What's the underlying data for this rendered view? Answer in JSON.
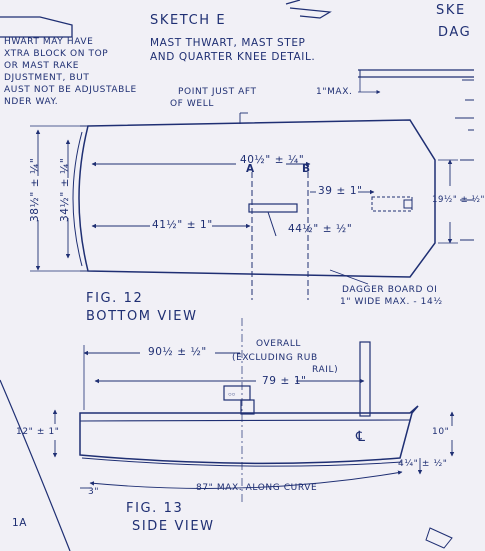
{
  "title": "SKETCH E",
  "subtitle_line1": "MAST THWART, MAST STEP",
  "subtitle_line2": "AND QUARTER KNEE DETAIL.",
  "corner_fragment_top": "SKE",
  "corner_fragment_dag": "DAG",
  "note_lines": [
    "HWART MAY HAVE",
    "XTRA BLOCK ON TOP",
    "OR MAST RAKE",
    "DJUSTMENT, BUT",
    "AUST NOT BE ADJUSTABLE",
    "NDER WAY."
  ],
  "point_just_aft_line1": "POINT JUST AFT",
  "point_just_aft_line2": "OF WELL",
  "one_inch_max": "1\"MAX.",
  "dim_40": "40½\" ± ¼\"",
  "marker_a": "A",
  "marker_b": "B",
  "dim_39": "39 ± 1\"",
  "dim_41": "41½\" ± 1\"",
  "dim_44": "44½\" ± ½\"",
  "dim_38": "38½\" ± ¼\"",
  "dim_34": "34½\" ± ¼\"",
  "dim_19": "19½\" ± ½\"",
  "dagger_line1": "DAGGER BOARD OI",
  "dagger_line2": "1\" WIDE MAX. - 14½",
  "fig12_title": "FIG. 12",
  "fig12_sub": "BOTTOM VIEW",
  "dim_90": "90½ ± ½\"",
  "overall_line1": "OVERALL",
  "overall_line2": "(EXCLUDING RUB",
  "overall_line3": "RAIL)",
  "dim_79": "79 ± 1\"",
  "dim_12": "12\" ± 1\"",
  "dim_10": "10\"",
  "dim_4": "4¼\" ± ½\"",
  "dim_3": "3\"",
  "dim_87": "87\" MAX. ALONG CURVE",
  "fig13_title": "FIG. 13",
  "fig13_sub": "SIDE VIEW",
  "centerline_symbol": "℄",
  "corner_mark": "1A",
  "ink_color": "#1f2f73",
  "paper_color": "#f1f0f6"
}
